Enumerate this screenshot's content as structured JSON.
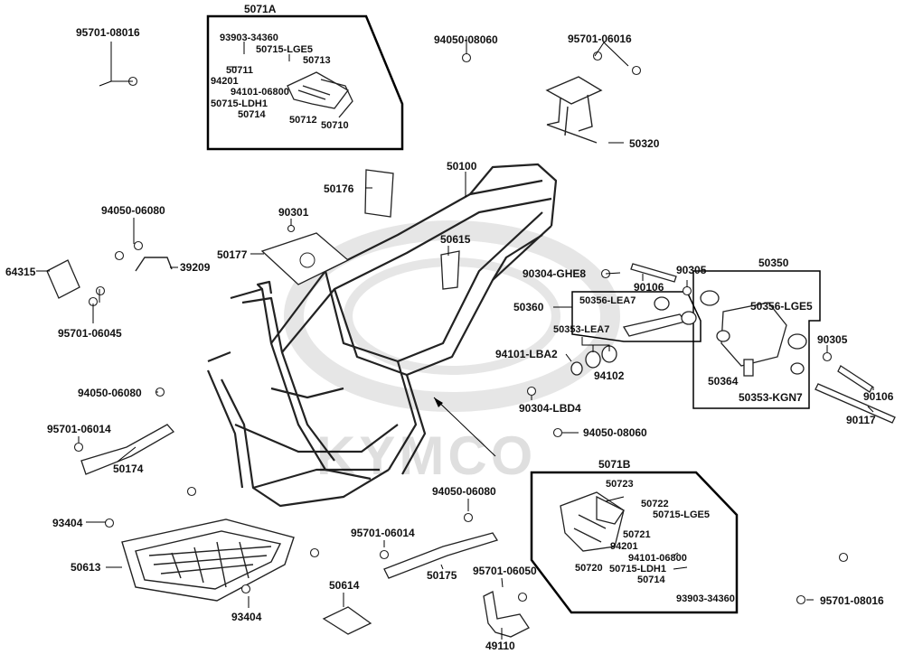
{
  "watermark": {
    "logo_text": "KYMCO"
  },
  "groups": {
    "g5071A": "5071A",
    "g5071B": "5071B",
    "g50350": "50350",
    "g50360": "50360"
  },
  "labels": {
    "p95701_08016_top": "95701-08016",
    "p93903_34360_a": "93903-34360",
    "p50715_LGE5_a": "50715-LGE5",
    "p50711": "50711",
    "p50713": "50713",
    "p94201_a": "94201",
    "p94101_06800_a": "94101-06800",
    "p50715_LDH1_a": "50715-LDH1",
    "p50714_a": "50714",
    "p50712": "50712",
    "p50710": "50710",
    "p94050_08060_top": "94050-08060",
    "p95701_06016": "95701-06016",
    "p50320": "50320",
    "p50100": "50100",
    "p50176": "50176",
    "p94050_06080_left": "94050-06080",
    "p90301": "90301",
    "p50177": "50177",
    "p64315": "64315",
    "p39209": "39209",
    "p95701_06045": "95701-06045",
    "p50615": "50615",
    "p90304_GHE8": "90304-GHE8",
    "p90106_a": "90106",
    "p90305_a": "90305",
    "p50356_LEA7": "50356-LEA7",
    "p50353_LEA7": "50353-LEA7",
    "p94101_LBA2": "94101-LBA2",
    "p94102": "94102",
    "p90304_LBD4": "90304-LBD4",
    "p50356_LGE5": "50356-LGE5",
    "p50364": "50364",
    "p50353_KGN7": "50353-KGN7",
    "p90305_b": "90305",
    "p90106_b": "90106",
    "p90117": "90117",
    "p94050_06080_mid": "94050-06080",
    "p95701_06014_left": "95701-06014",
    "p50174": "50174",
    "p94050_08060_mid": "94050-08060",
    "p93404_a": "93404",
    "p50613": "50613",
    "p93404_b": "93404",
    "p94050_06080_low": "94050-06080",
    "p95701_06014_mid": "95701-06014",
    "p50175": "50175",
    "p50614": "50614",
    "p95701_06050": "95701-06050",
    "p49110": "49110",
    "p50723": "50723",
    "p50722": "50722",
    "p50715_LGE5_b": "50715-LGE5",
    "p50721": "50721",
    "p94201_b": "94201",
    "p94101_06800_b": "94101-06800",
    "p50720": "50720",
    "p50715_LDH1_b": "50715-LDH1",
    "p50714_b": "50714",
    "p93903_34360_b": "93903-34360",
    "p95701_08016_bot": "95701-08016"
  }
}
